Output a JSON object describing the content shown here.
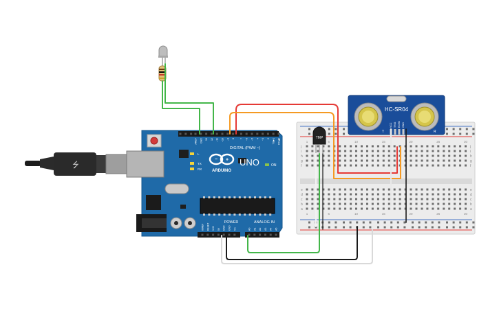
{
  "arduino": {
    "brand": "ARDUINO",
    "model": "UNO",
    "digital_label": "DIGITAL (PWM ~)",
    "power_label": "POWER",
    "analog_label": "ANALOG IN",
    "on_label": "ON",
    "tx_label": "TX",
    "rx_label": "RX",
    "l_label": "L",
    "pin_top": [
      "AREF",
      "GND",
      "13",
      "12",
      "~11",
      "~10",
      "~9",
      "8",
      "7",
      "~6",
      "~5",
      "4",
      "~3",
      "2",
      "TX▶1",
      "RX◀0"
    ],
    "pin_power": [
      "IOREF",
      "RESET",
      "3.3V",
      "5V",
      "GND",
      "GND",
      "Vin"
    ],
    "pin_analog": [
      "A0",
      "A1",
      "A2",
      "A3",
      "A4",
      "A5"
    ]
  },
  "sensor": {
    "model": "HC-SR04",
    "pins": [
      "VCC",
      "TRIG",
      "ECHO",
      "GND"
    ],
    "left_mark": "T",
    "right_mark": "R"
  },
  "temp_sensor": {
    "label": "TMP"
  },
  "breadboard": {
    "row_letters_top": [
      "j",
      "i",
      "h",
      "g",
      "f"
    ],
    "row_letters_bottom": [
      "e",
      "d",
      "c",
      "b",
      "a"
    ],
    "col_numbers": [
      "1",
      "5",
      "10",
      "15",
      "20",
      "25",
      "30"
    ]
  },
  "colors": {
    "arduino_blue": "#1f6aa8",
    "wire_red": "#e53935",
    "wire_orange": "#f59a23",
    "wire_green": "#43b649",
    "wire_black": "#1a1a1a",
    "wire_white": "#e8e8e8",
    "sensor_blue": "#1a4d9a",
    "breadboard": "#ededed"
  }
}
